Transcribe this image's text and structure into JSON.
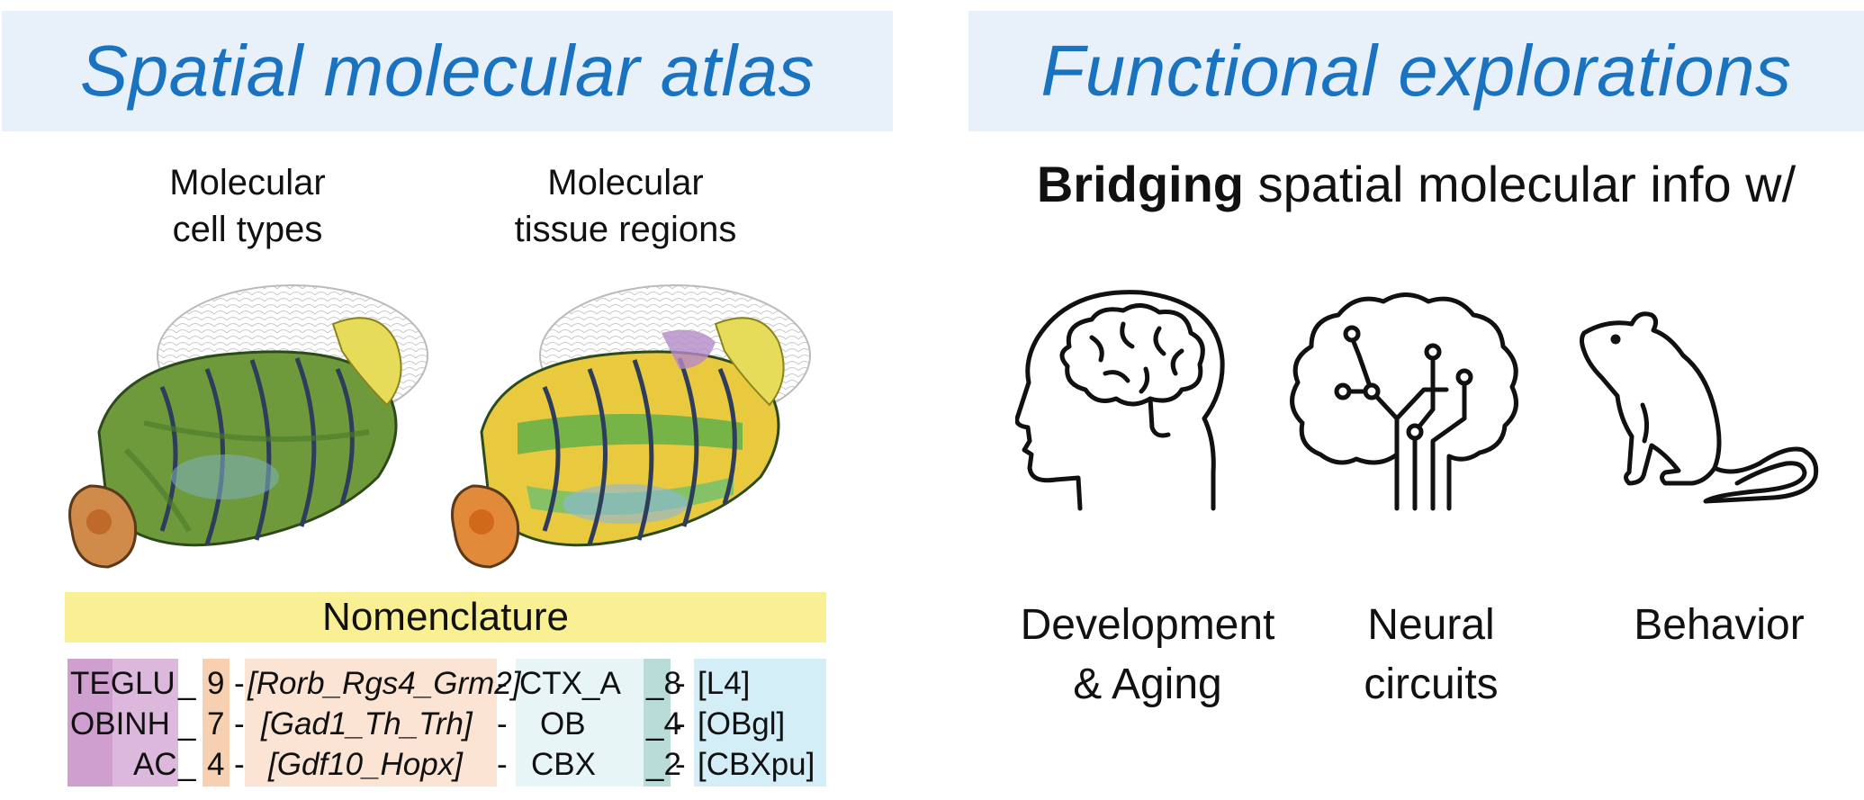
{
  "left_title": "Spatial molecular atlas",
  "right_title": "Functional explorations",
  "sub_cell": [
    "Molecular",
    "cell types"
  ],
  "sub_tissue": [
    "Molecular",
    "tissue regions"
  ],
  "nomenclature": {
    "title": "Nomenclature",
    "rows": [
      {
        "cls": "TEGLU",
        "s1": "_",
        "num": "9",
        "d1": "-",
        "genes": "[Rorb_Rgs4_Grm2]",
        "d2": "-",
        "region": "CTX_A",
        "sub": "_8",
        "d3": "-",
        "layer": "[L4]"
      },
      {
        "cls": "OBINH",
        "s1": "_",
        "num": "7",
        "d1": "-",
        "genes": "[Gad1_Th_Trh]",
        "d2": "-",
        "region": "OB",
        "sub": "_4",
        "d3": "-",
        "layer": "[OBgl]"
      },
      {
        "cls": "AC",
        "s1": "_",
        "num": "4",
        "d1": "-",
        "genes": "[Gdf10_Hopx]",
        "d2": "-",
        "region": "CBX",
        "sub": "_2",
        "d3": "-",
        "layer": "[CBXpu]"
      }
    ],
    "colors": {
      "cls": "#dcb8dc",
      "cls_dark": "#cf9fcf",
      "num": "#f6d0b0",
      "genes": "#fbe4d4",
      "region": "#e8f5f7",
      "sub": "#b9dcd8",
      "layer": "#d4eef8"
    }
  },
  "right": {
    "heading_bold": "Bridging",
    "heading_rest": " spatial molecular info w/",
    "captions": [
      [
        "Development",
        "& Aging"
      ],
      [
        "Neural",
        "circuits"
      ],
      [
        "Behavior"
      ]
    ],
    "icons": [
      "head-brain-icon",
      "brain-circuit-icon",
      "mouse-icon"
    ]
  },
  "accent": "#1a73c0",
  "banner_bg": "#e8f1fa",
  "nomen_bg": "#f9ef95"
}
